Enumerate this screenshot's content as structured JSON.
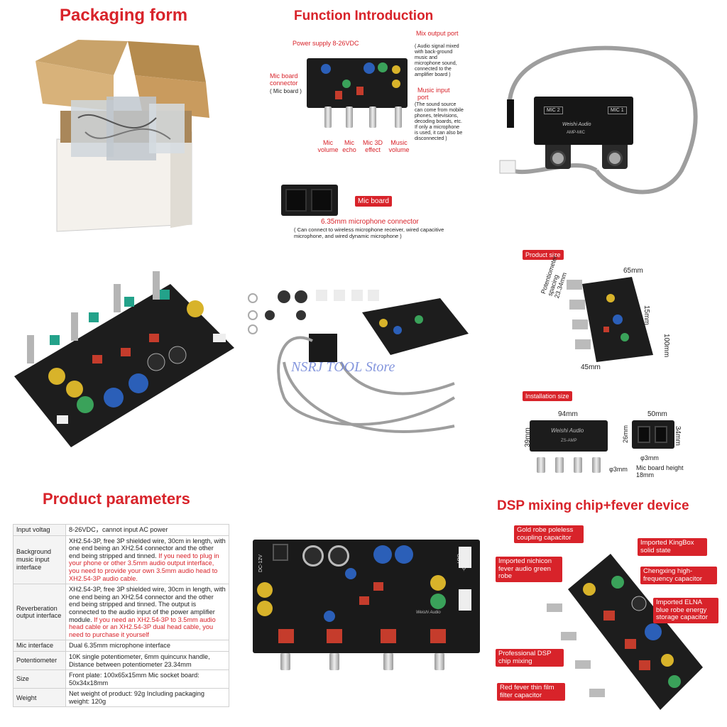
{
  "sections": {
    "packaging": {
      "title": "Packaging form"
    },
    "function": {
      "title": "Function Introduction",
      "power_supply": "Power supply 8-26VDC",
      "mic_board_connector": "Mic board connector",
      "mic_board_connector_sub": "( Mic board )",
      "mix_output": "Mix output port",
      "mix_output_desc": "( Audio signal mixed with back-ground music and microphone sound, connected to the amplifier board )",
      "music_input": "Music input port",
      "music_input_desc": "(The sound source can come from mobile phones, televisions, decoding boards, etc. If only a microphone is used, it can also be disconnected )",
      "knobs": [
        "Mic volume",
        "Mic echo",
        "Mic 3D effect",
        "Music volume"
      ],
      "mic_board_tag": "Mic board",
      "connector_label": "6.35mm microphone connector",
      "connector_desc": "( Can connect to wireless microphone receiver, wired capacitive microphone, and wired dynamic microphone )"
    },
    "mic_box": {
      "mic2": "MIC 2",
      "mic1": "MIC 1",
      "brand": "Weishi Audio",
      "model": "AMP-MIC"
    },
    "watermark": "NSRJ TOOL Store",
    "product_size": {
      "tag": "Product size",
      "w": "65mm",
      "pot_spacing": "Potentiometer spacing 23.34mm",
      "h1": "15mm",
      "h2": "100mm",
      "w2": "45mm"
    },
    "installation": {
      "tag": "Installation size",
      "w1": "94mm",
      "h1": "39mm",
      "phi1": "φ3mm",
      "w2": "50mm",
      "h2": "26mm",
      "h3": "34mm",
      "phi2": "φ3mm",
      "mic_height": "Mic board height 18mm",
      "brand": "Weishi Audio",
      "model": "ZS-AMP"
    },
    "params": {
      "title": "Product parameters",
      "rows": [
        {
          "k": "Input voltag",
          "v": "8-26VDC，cannot input AC power",
          "r": ""
        },
        {
          "k": "Background music input interface",
          "v": "XH2.54-3P, free 3P shielded wire, 30cm in length, with one end being an XH2.54 connector and the other end being stripped and tinned.",
          "r": "If you need to plug in your phone or other 3.5mm audio output interface, you need to provide your own 3.5mm audio head to XH2.54-3P audio cable."
        },
        {
          "k": "Reverberation output interface",
          "v": "XH2.54-3P, free 3P shielded wire, 30cm in length, with one end being an XH2.54 connector and the other end being stripped and tinned. The output is connected to the audio input of the power amplifier module.",
          "r": "If you need an XH2.54-3P to 3.5mm audio head cable or an XH2.54-3P dual head cable, you need to purchase it yourself"
        },
        {
          "k": "Mic interface",
          "v": "Dual 6.35mm microphone interface",
          "r": ""
        },
        {
          "k": "Potentiometer",
          "v": "10K single potentiometer, 6mm quincunx handle, Distance between potentiometer 23.34mm",
          "r": ""
        },
        {
          "k": "Size",
          "v": "Front plate: 100x65x15mm Mic socket board: 50x34x18mm",
          "r": ""
        },
        {
          "k": "Weight",
          "v": "Net weight of product: 92g Including packaging weight: 120g",
          "r": ""
        }
      ]
    },
    "board_labels": {
      "dc": "DC-12V",
      "audio_out": "AUDIO-OUT",
      "brand": "Weishi Audio"
    },
    "dsp": {
      "title": "DSP mixing chip+fever device",
      "tags": [
        "Gold robe poleless coupling capacitor",
        "Imported KingBox solid state",
        "Imported nichicon fever audio green robe",
        "Chengxing high-frequency capacitor",
        "Imported ELNA blue robe energy storage capacitor",
        "Professional DSP chip mixing",
        "Red fever thin film filter capacitor"
      ]
    }
  }
}
